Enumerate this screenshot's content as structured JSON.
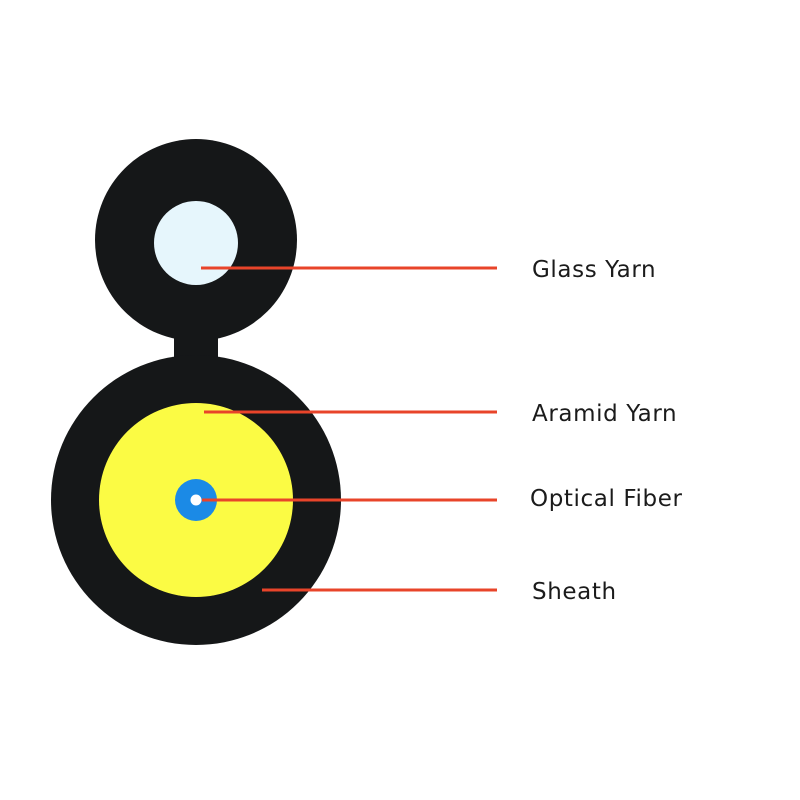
{
  "labels": {
    "glass_yarn": "Glass Yarn",
    "aramid_yarn": "Aramid Yarn",
    "optical_fiber": "Optical Fiber",
    "sheath": "Sheath"
  },
  "colors": {
    "sheath": "#151718",
    "glass_yarn": "#e6f6fc",
    "aramid_yarn": "#fbfb44",
    "optical_fiber": "#1b8ae6",
    "fiber_core": "#ffffff",
    "leader_line": "#e8442a",
    "text": "#1b1b1b",
    "background": "#ffffff"
  }
}
